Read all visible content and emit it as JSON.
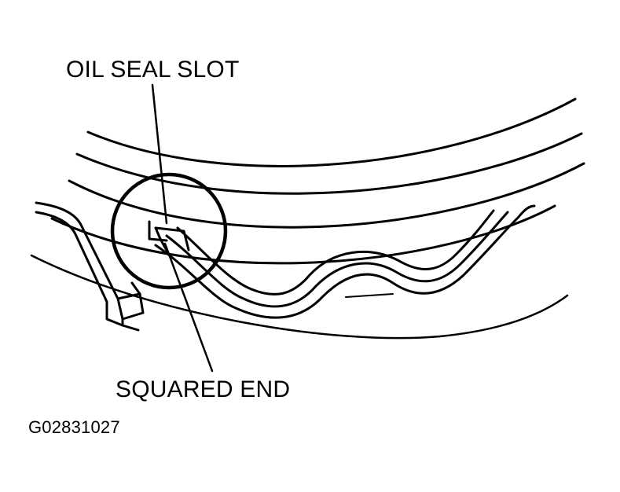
{
  "diagram": {
    "callouts": {
      "oil_seal_slot": "OIL SEAL SLOT",
      "squared_end": "SQUARED END"
    },
    "figure_id": "G02831027"
  },
  "colors": {
    "line": "#000000",
    "background": "#ffffff"
  }
}
